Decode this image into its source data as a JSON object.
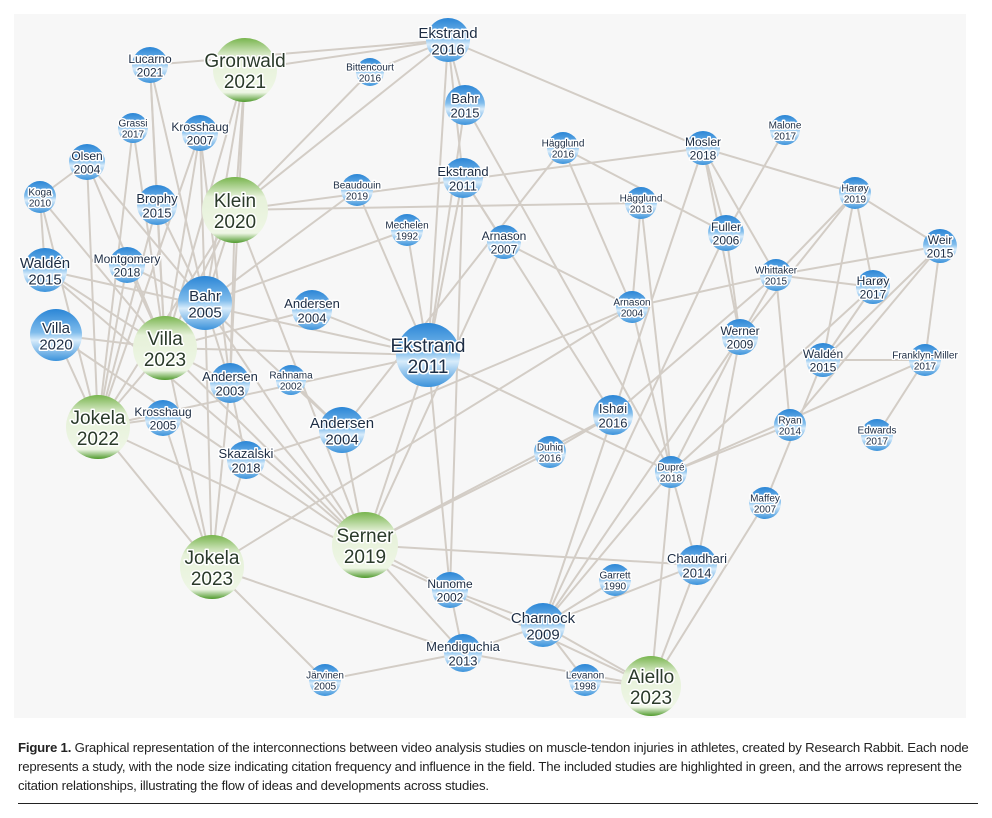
{
  "figure": {
    "label": "Figure 1.",
    "caption": " Graphical representation of the interconnections between video analysis studies on muscle-tendon injuries in athletes, created by Research Rabbit. Each node represents a study, with the node size indicating citation frequency and influence in the field. The included studies are highlighted in green, and the arrows represent the citation relationships, illustrating the flow of ideas and developments across studies."
  },
  "colors": {
    "included": "#6aa842",
    "included_light": "#e4f0d6",
    "other": "#3d8fd8",
    "other_light": "#cfe6fa",
    "edge": "#d3cdc6"
  },
  "nodes": [
    {
      "author": "Lucarno",
      "year": "2021",
      "included": false
    },
    {
      "author": "Gronwald",
      "year": "2021",
      "included": true
    },
    {
      "author": "Bittencourt",
      "year": "2016",
      "included": false
    },
    {
      "author": "Ekstrand",
      "year": "2016",
      "included": false
    },
    {
      "author": "Grassi",
      "year": "2017",
      "included": false
    },
    {
      "author": "Krosshaug",
      "year": "2007",
      "included": false
    },
    {
      "author": "Olsen",
      "year": "2004",
      "included": false
    },
    {
      "author": "Bahr",
      "year": "2015",
      "included": false
    },
    {
      "author": "Hägglund",
      "year": "2016",
      "included": false
    },
    {
      "author": "Mosler",
      "year": "2018",
      "included": false
    },
    {
      "author": "Malone",
      "year": "2017",
      "included": false
    },
    {
      "author": "Koga",
      "year": "2010",
      "included": false
    },
    {
      "author": "Brophy",
      "year": "2015",
      "included": false
    },
    {
      "author": "Klein",
      "year": "2020",
      "included": true
    },
    {
      "author": "Beaudouin",
      "year": "2019",
      "included": false
    },
    {
      "author": "Ekstrand",
      "year": "2011",
      "included": false
    },
    {
      "author": "Hägglund",
      "year": "2013",
      "included": false
    },
    {
      "author": "Harøy",
      "year": "2019",
      "included": false
    },
    {
      "author": "Mechelen",
      "year": "1992",
      "included": false
    },
    {
      "author": "Fuller",
      "year": "2006",
      "included": false
    },
    {
      "author": "Arnason",
      "year": "2007",
      "included": false
    },
    {
      "author": "Weir",
      "year": "2015",
      "included": false
    },
    {
      "author": "Waldén",
      "year": "2015",
      "included": false
    },
    {
      "author": "Montgomery",
      "year": "2018",
      "included": false
    },
    {
      "author": "Whittaker",
      "year": "2015",
      "included": false
    },
    {
      "author": "Harøy",
      "year": "2017",
      "included": false
    },
    {
      "author": "Bahr",
      "year": "2005",
      "included": false
    },
    {
      "author": "Andersen",
      "year": "2004",
      "included": false
    },
    {
      "author": "Arnason",
      "year": "2004",
      "included": false
    },
    {
      "author": "Villa",
      "year": "2020",
      "included": false
    },
    {
      "author": "Villa",
      "year": "2023",
      "included": true
    },
    {
      "author": "Werner",
      "year": "2009",
      "included": false
    },
    {
      "author": "Ekstrand",
      "year": "2011",
      "included": false
    },
    {
      "author": "Waldén",
      "year": "2015",
      "included": false
    },
    {
      "author": "Franklyn-Miller",
      "year": "2017",
      "included": false
    },
    {
      "author": "Andersen",
      "year": "2003",
      "included": false
    },
    {
      "author": "Rahnama",
      "year": "2002",
      "included": false
    },
    {
      "author": "Jokela",
      "year": "2022",
      "included": true
    },
    {
      "author": "Krosshaug",
      "year": "2005",
      "included": false
    },
    {
      "author": "Ishøi",
      "year": "2016",
      "included": false
    },
    {
      "author": "Ryan",
      "year": "2014",
      "included": false
    },
    {
      "author": "Edwards",
      "year": "2017",
      "included": false
    },
    {
      "author": "Andersen",
      "year": "2004",
      "included": false
    },
    {
      "author": "Skazalski",
      "year": "2018",
      "included": false
    },
    {
      "author": "Duhiq",
      "year": "2016",
      "included": false
    },
    {
      "author": "Dupré",
      "year": "2018",
      "included": false
    },
    {
      "author": "Maffey",
      "year": "2007",
      "included": false
    },
    {
      "author": "Jokela",
      "year": "2023",
      "included": true
    },
    {
      "author": "Serner",
      "year": "2019",
      "included": true
    },
    {
      "author": "Chaudhari",
      "year": "2014",
      "included": false
    },
    {
      "author": "Garrett",
      "year": "1990",
      "included": false
    },
    {
      "author": "Nunome",
      "year": "2002",
      "included": false
    },
    {
      "author": "Charnock",
      "year": "2009",
      "included": false
    },
    {
      "author": "Mendiguchia",
      "year": "2013",
      "included": false
    },
    {
      "author": "Järvinen",
      "year": "2005",
      "included": false
    },
    {
      "author": "Levanon",
      "year": "1998",
      "included": false
    },
    {
      "author": "Aiello",
      "year": "2023",
      "included": true
    }
  ],
  "edges": [
    [
      2,
      14
    ],
    [
      2,
      27
    ],
    [
      2,
      31
    ],
    [
      2,
      4
    ],
    [
      2,
      36
    ],
    [
      1,
      13
    ],
    [
      1,
      31
    ],
    [
      1,
      27
    ],
    [
      4,
      3
    ],
    [
      4,
      8
    ],
    [
      4,
      16
    ],
    [
      4,
      33
    ],
    [
      4,
      14
    ],
    [
      4,
      10
    ],
    [
      4,
      1
    ],
    [
      3,
      14
    ],
    [
      5,
      31
    ],
    [
      5,
      38
    ],
    [
      6,
      27
    ],
    [
      6,
      31
    ],
    [
      6,
      36
    ],
    [
      6,
      38
    ],
    [
      7,
      31
    ],
    [
      7,
      27
    ],
    [
      7,
      38
    ],
    [
      12,
      31
    ],
    [
      12,
      38
    ],
    [
      12,
      23
    ],
    [
      13,
      27
    ],
    [
      13,
      31
    ],
    [
      14,
      10
    ],
    [
      14,
      17
    ],
    [
      14,
      31
    ],
    [
      14,
      27
    ],
    [
      14,
      38
    ],
    [
      14,
      36
    ],
    [
      14,
      49
    ],
    [
      15,
      27
    ],
    [
      15,
      33
    ],
    [
      16,
      33
    ],
    [
      16,
      21
    ],
    [
      16,
      40
    ],
    [
      8,
      33
    ],
    [
      8,
      46
    ],
    [
      9,
      29
    ],
    [
      9,
      43
    ],
    [
      9,
      20
    ],
    [
      10,
      20
    ],
    [
      10,
      25
    ],
    [
      10,
      18
    ],
    [
      10,
      32
    ],
    [
      10,
      40
    ],
    [
      11,
      20
    ],
    [
      18,
      22
    ],
    [
      18,
      25
    ],
    [
      18,
      34
    ],
    [
      18,
      26
    ],
    [
      18,
      32
    ],
    [
      22,
      34
    ],
    [
      22,
      35
    ],
    [
      22,
      41
    ],
    [
      22,
      25
    ],
    [
      25,
      32
    ],
    [
      25,
      29
    ],
    [
      25,
      26
    ],
    [
      25,
      41
    ],
    [
      25,
      40
    ],
    [
      26,
      34
    ],
    [
      26,
      46
    ],
    [
      29,
      46
    ],
    [
      29,
      43
    ],
    [
      29,
      48
    ],
    [
      17,
      29
    ],
    [
      17,
      46
    ],
    [
      19,
      33
    ],
    [
      19,
      27
    ],
    [
      21,
      49
    ],
    [
      21,
      29
    ],
    [
      23,
      31
    ],
    [
      23,
      33
    ],
    [
      23,
      49
    ],
    [
      24,
      31
    ],
    [
      24,
      38
    ],
    [
      27,
      31
    ],
    [
      27,
      36
    ],
    [
      27,
      43
    ],
    [
      27,
      48
    ],
    [
      27,
      49
    ],
    [
      28,
      31
    ],
    [
      28,
      33
    ],
    [
      30,
      31
    ],
    [
      30,
      38
    ],
    [
      30,
      49
    ],
    [
      31,
      38
    ],
    [
      31,
      49
    ],
    [
      31,
      48
    ],
    [
      31,
      36
    ],
    [
      31,
      33
    ],
    [
      33,
      49
    ],
    [
      33,
      52
    ],
    [
      33,
      38
    ],
    [
      36,
      44
    ],
    [
      36,
      48
    ],
    [
      36,
      49
    ],
    [
      37,
      43
    ],
    [
      38,
      48
    ],
    [
      38,
      39
    ],
    [
      38,
      57
    ],
    [
      39,
      48
    ],
    [
      43,
      49
    ],
    [
      43,
      44
    ],
    [
      44,
      48
    ],
    [
      45,
      40
    ],
    [
      45,
      49
    ],
    [
      46,
      50
    ],
    [
      46,
      53
    ],
    [
      46,
      57
    ],
    [
      40,
      53
    ],
    [
      40,
      49
    ],
    [
      32,
      50
    ],
    [
      32,
      46
    ],
    [
      32,
      53
    ],
    [
      34,
      47
    ],
    [
      34,
      35
    ],
    [
      35,
      42
    ],
    [
      35,
      46
    ],
    [
      41,
      46
    ],
    [
      47,
      57
    ],
    [
      50,
      57
    ],
    [
      50,
      53
    ],
    [
      51,
      53
    ],
    [
      52,
      53
    ],
    [
      52,
      54
    ],
    [
      53,
      54
    ],
    [
      53,
      56
    ],
    [
      53,
      57
    ],
    [
      54,
      57
    ],
    [
      54,
      55
    ],
    [
      55,
      48
    ],
    [
      49,
      52
    ],
    [
      49,
      54
    ],
    [
      56,
      57
    ],
    [
      20,
      53
    ],
    [
      20,
      32
    ],
    [
      48,
      54
    ],
    [
      24,
      27
    ],
    [
      13,
      38
    ],
    [
      7,
      12
    ],
    [
      49,
      50
    ],
    [
      33,
      46
    ],
    [
      16,
      52
    ]
  ]
}
